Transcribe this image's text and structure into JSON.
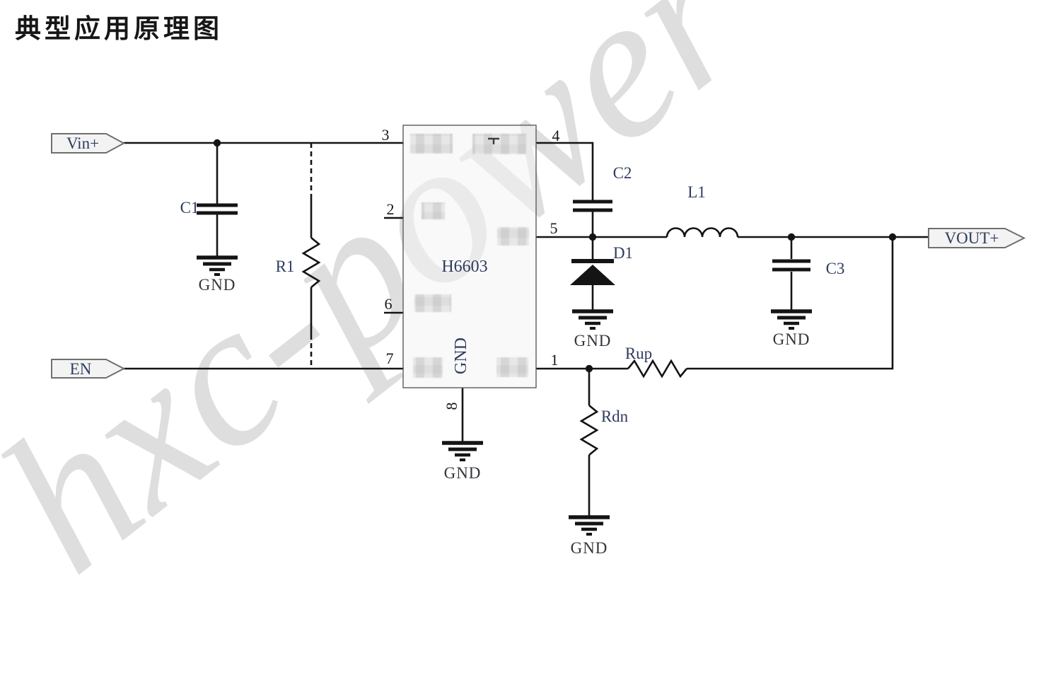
{
  "title": "典型应用原理图",
  "watermark": {
    "text": "hxc-power"
  },
  "schematic": {
    "ic": {
      "part": "H6603",
      "gnd_pin_label": "GND",
      "pins": {
        "p1": "1",
        "p2": "2",
        "p3": "3",
        "p4": "4",
        "p5": "5",
        "p6": "6",
        "p7": "7",
        "p8": "8"
      }
    },
    "connectors": {
      "vin": "Vin+",
      "en": "EN",
      "vout": "VOUT+"
    },
    "components": {
      "c1": "C1",
      "r1": "R1",
      "c2": "C2",
      "d1": "D1",
      "l1": "L1",
      "c3": "C3",
      "rup": "Rup",
      "rdn": "Rdn"
    },
    "ground_label": "GND",
    "colors": {
      "wire": "#141414",
      "component_label": "#2e3c5e",
      "ground_text": "#34363b",
      "ic_fill": "#f4f4f4",
      "tag_fill": "#f3f3f3",
      "watermark": "#d6d6d6"
    }
  }
}
